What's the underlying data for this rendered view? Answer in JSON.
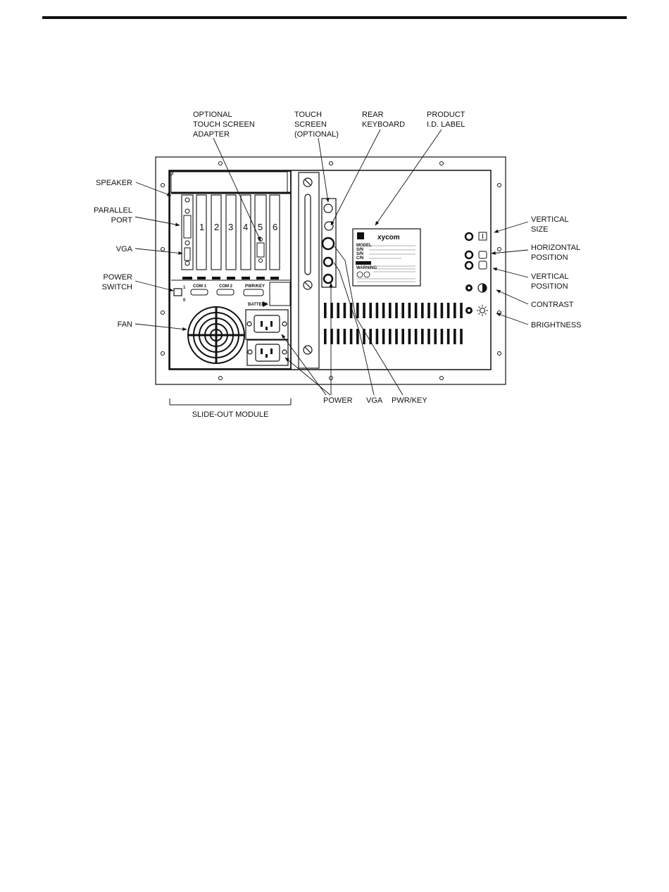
{
  "callouts": {
    "touch_adapter": [
      "OPTIONAL",
      "TOUCH SCREEN",
      "ADAPTER"
    ],
    "touch_screen": [
      "TOUCH",
      "SCREEN",
      "(OPTIONAL)"
    ],
    "rear_keyboard": [
      "REAR",
      "KEYBOARD"
    ],
    "product_label": [
      "PRODUCT",
      "I.D. LABEL"
    ],
    "speaker": [
      "SPEAKER"
    ],
    "parallel_port": [
      "PARALLEL",
      "PORT"
    ],
    "vga_left": [
      "VGA"
    ],
    "power_switch": [
      "POWER",
      "SWITCH"
    ],
    "fan": [
      "FAN"
    ],
    "vertical_size": [
      "VERTICAL",
      "SIZE"
    ],
    "horizontal_position": [
      "HORIZONTAL",
      "POSITION"
    ],
    "vertical_position": [
      "VERTICAL",
      "POSITION"
    ],
    "contrast": [
      "CONTRAST"
    ],
    "brightness": [
      "BRIGHTNESS"
    ],
    "power_bottom": "POWER",
    "vga_bottom": "VGA",
    "pwrkey_bottom": "PWR/KEY",
    "slide_out_module": "SLIDE-OUT MODULE"
  },
  "panel": {
    "slot_numbers": [
      "1",
      "2",
      "3",
      "4",
      "5",
      "6"
    ],
    "com1": "COM 1",
    "com2": "COM 2",
    "pwrkey": "PWR/KEY",
    "battery": "BATTERY",
    "switch_on": "1",
    "switch_off": "0",
    "brand": "xycom",
    "label_fields": [
      "MODEL",
      "S/N",
      "S/N",
      "C/N"
    ],
    "label_warning": "WARNING"
  }
}
